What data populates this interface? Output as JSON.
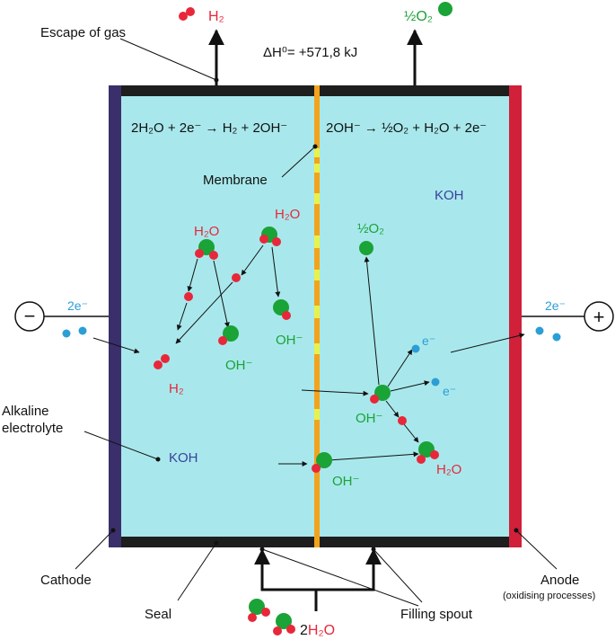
{
  "colors": {
    "electrolyte": "#a8e8ec",
    "seal": "#1e1e1e",
    "cathode": "#3a2f6b",
    "anode": "#d0203a",
    "membrane": "#f2a31c",
    "membrane_window": "#e8f24a",
    "oxygen": "#1aa336",
    "hydrogen": "#e8273a",
    "electron": "#2c9ed6",
    "koh": "#3b3f9e"
  },
  "labels": {
    "escape_gas": "Escape of gas",
    "enthalpy": "ΔH⁰= +571,8 kJ",
    "membrane": "Membrane",
    "alkaline_line1": "Alkaline",
    "alkaline_line2": "electrolyte",
    "cathode": "Cathode",
    "seal": "Seal",
    "filling_spout": "Filling spout",
    "anode": "Anode",
    "anode_sub": "(oxidising processes)",
    "koh": "KOH",
    "minus": "−",
    "plus": "+"
  },
  "equations": {
    "cathode": "2H₂O + 2e⁻ → H₂ + 2OH⁻",
    "anode": "2OH⁻ → ½O₂ + H₂O + 2e⁻"
  },
  "species": {
    "h2": "H₂",
    "half_o2": "½O₂",
    "h2o": "H₂O",
    "oh": "OH⁻",
    "two_e": "2e⁻",
    "e": "e⁻",
    "two_h2o_coef": "2",
    "two_h2o_mol": "H₂O"
  }
}
